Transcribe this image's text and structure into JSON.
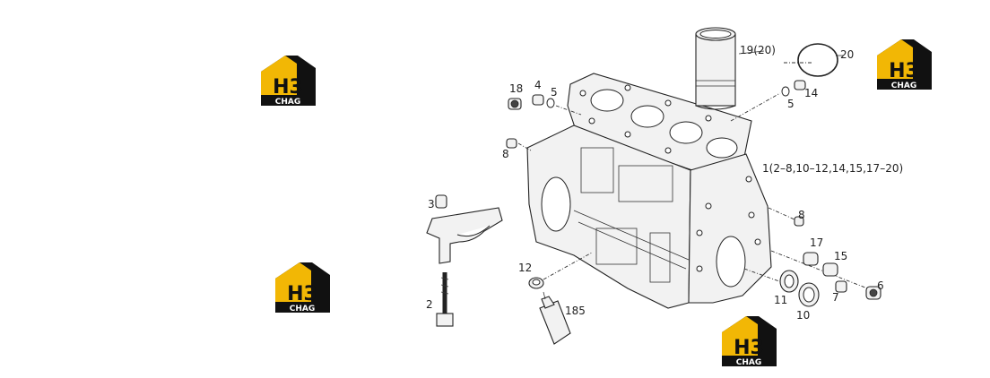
{
  "logo": {
    "mark": "H3",
    "caption": "CHAG",
    "colors": {
      "yellow": "#f2b705",
      "black": "#111111",
      "white": "#ffffff"
    }
  },
  "callouts": {
    "c18": "18",
    "c4": "4",
    "c5a": "5",
    "c8a": "8",
    "c3": "3",
    "c2": "2",
    "c12": "12",
    "c185": "185",
    "c19": "19(20)",
    "c20": "20",
    "c5b": "5",
    "c14": "14",
    "c1": "1(2–8,10–12,14,15,17–20)",
    "c8b": "8",
    "c17": "17",
    "c15": "15",
    "c6": "6",
    "c7": "7",
    "c11": "11",
    "c10": "10"
  }
}
